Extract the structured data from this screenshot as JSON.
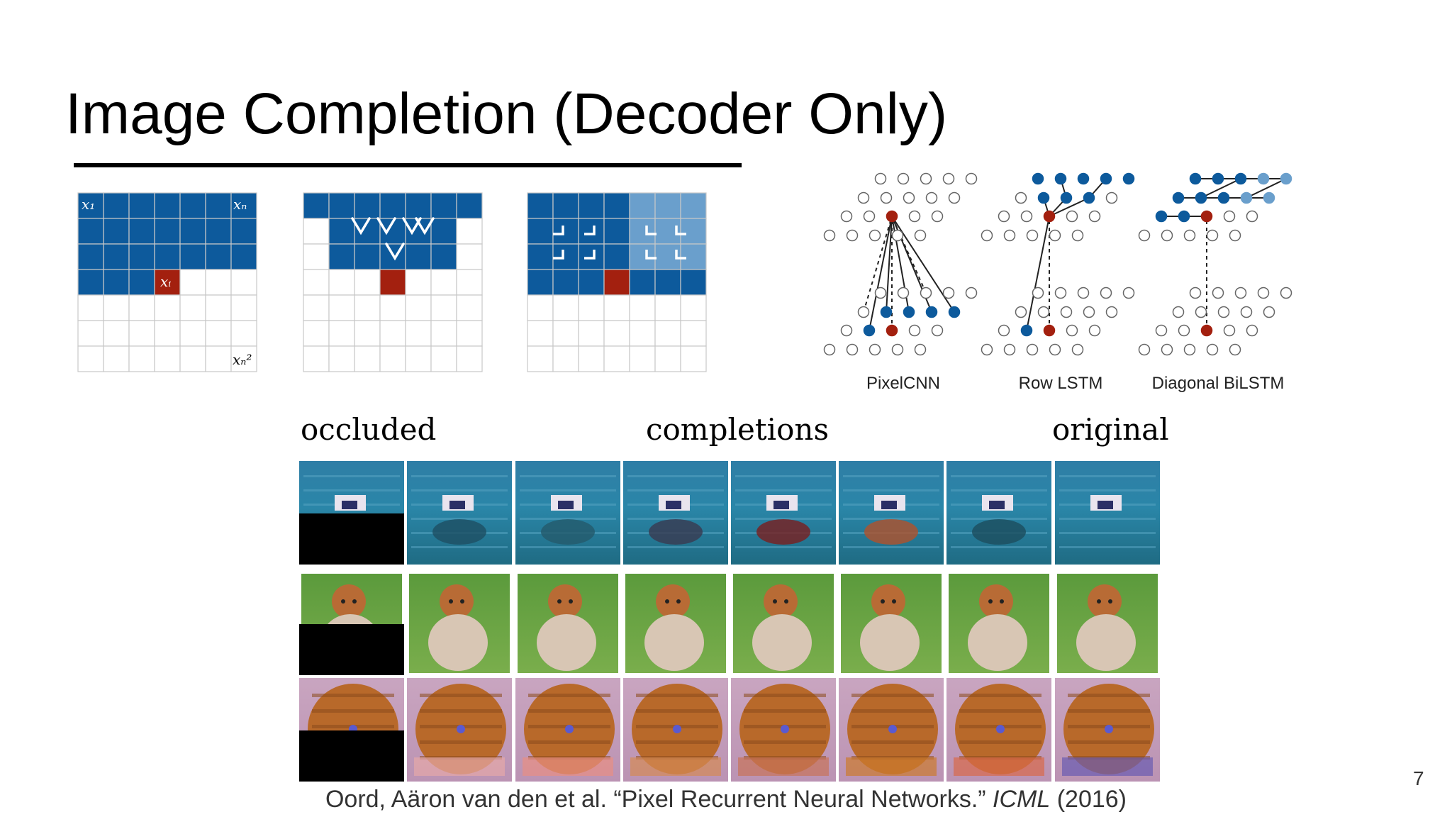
{
  "slide": {
    "title": "Image Completion (Decoder Only)",
    "page_number": "7"
  },
  "grid1": {
    "label_x1": "x₁",
    "label_xn": "xₙ",
    "label_xi": "xᵢ",
    "label_xn2": "xₙ²"
  },
  "networks": {
    "labels": [
      "PixelCNN",
      "Row LSTM",
      "Diagonal BiLSTM"
    ]
  },
  "figure": {
    "headers": {
      "occluded": "occluded",
      "completions": "completions",
      "original": "original"
    },
    "rows": [
      "water-scene",
      "dog-scene",
      "wood-scene"
    ]
  },
  "citation": {
    "before": "Oord, Aäron van den et al. “Pixel Recurrent Neural Networks.” ",
    "venue": "ICML",
    "after": " (2016)"
  },
  "colors": {
    "blue": "#0d5a9c",
    "light_blue": "#6a9fcc",
    "red": "#a3200f",
    "grid_line": "#c8c8c8"
  }
}
